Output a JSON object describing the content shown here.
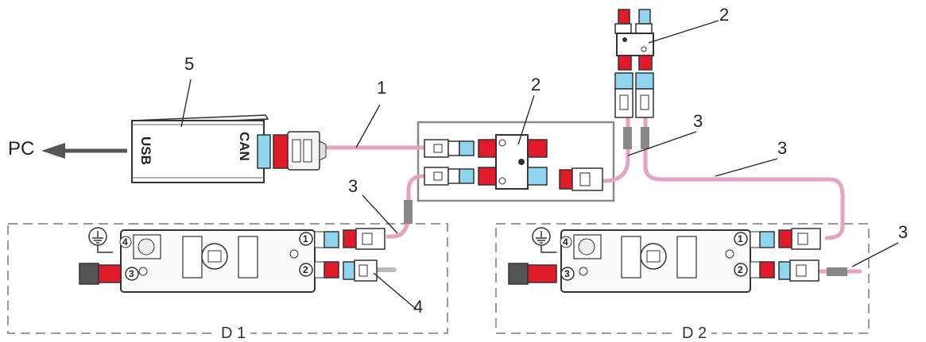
{
  "callouts": {
    "c1": "1",
    "c2a": "2",
    "c2b": "2",
    "c3a": "3",
    "c3b": "3",
    "c3c": "3",
    "c3d": "3",
    "c4": "4",
    "c5": "5"
  },
  "pc_label": "PC",
  "usb_label": "USB",
  "can_label": "CAN",
  "devices": {
    "d1": {
      "label": "D 1",
      "ports": {
        "p1": "1",
        "p2": "2",
        "p3": "3",
        "p4": "4"
      }
    },
    "d2": {
      "label": "D 2",
      "ports": {
        "p1": "1",
        "p2": "2",
        "p3": "3",
        "p4": "4"
      }
    }
  },
  "colors": {
    "cable": "#e6a2c4",
    "red_connector": "#e21b2b",
    "blue_connector": "#8fd5f0",
    "frame": "#9a9a9a"
  }
}
